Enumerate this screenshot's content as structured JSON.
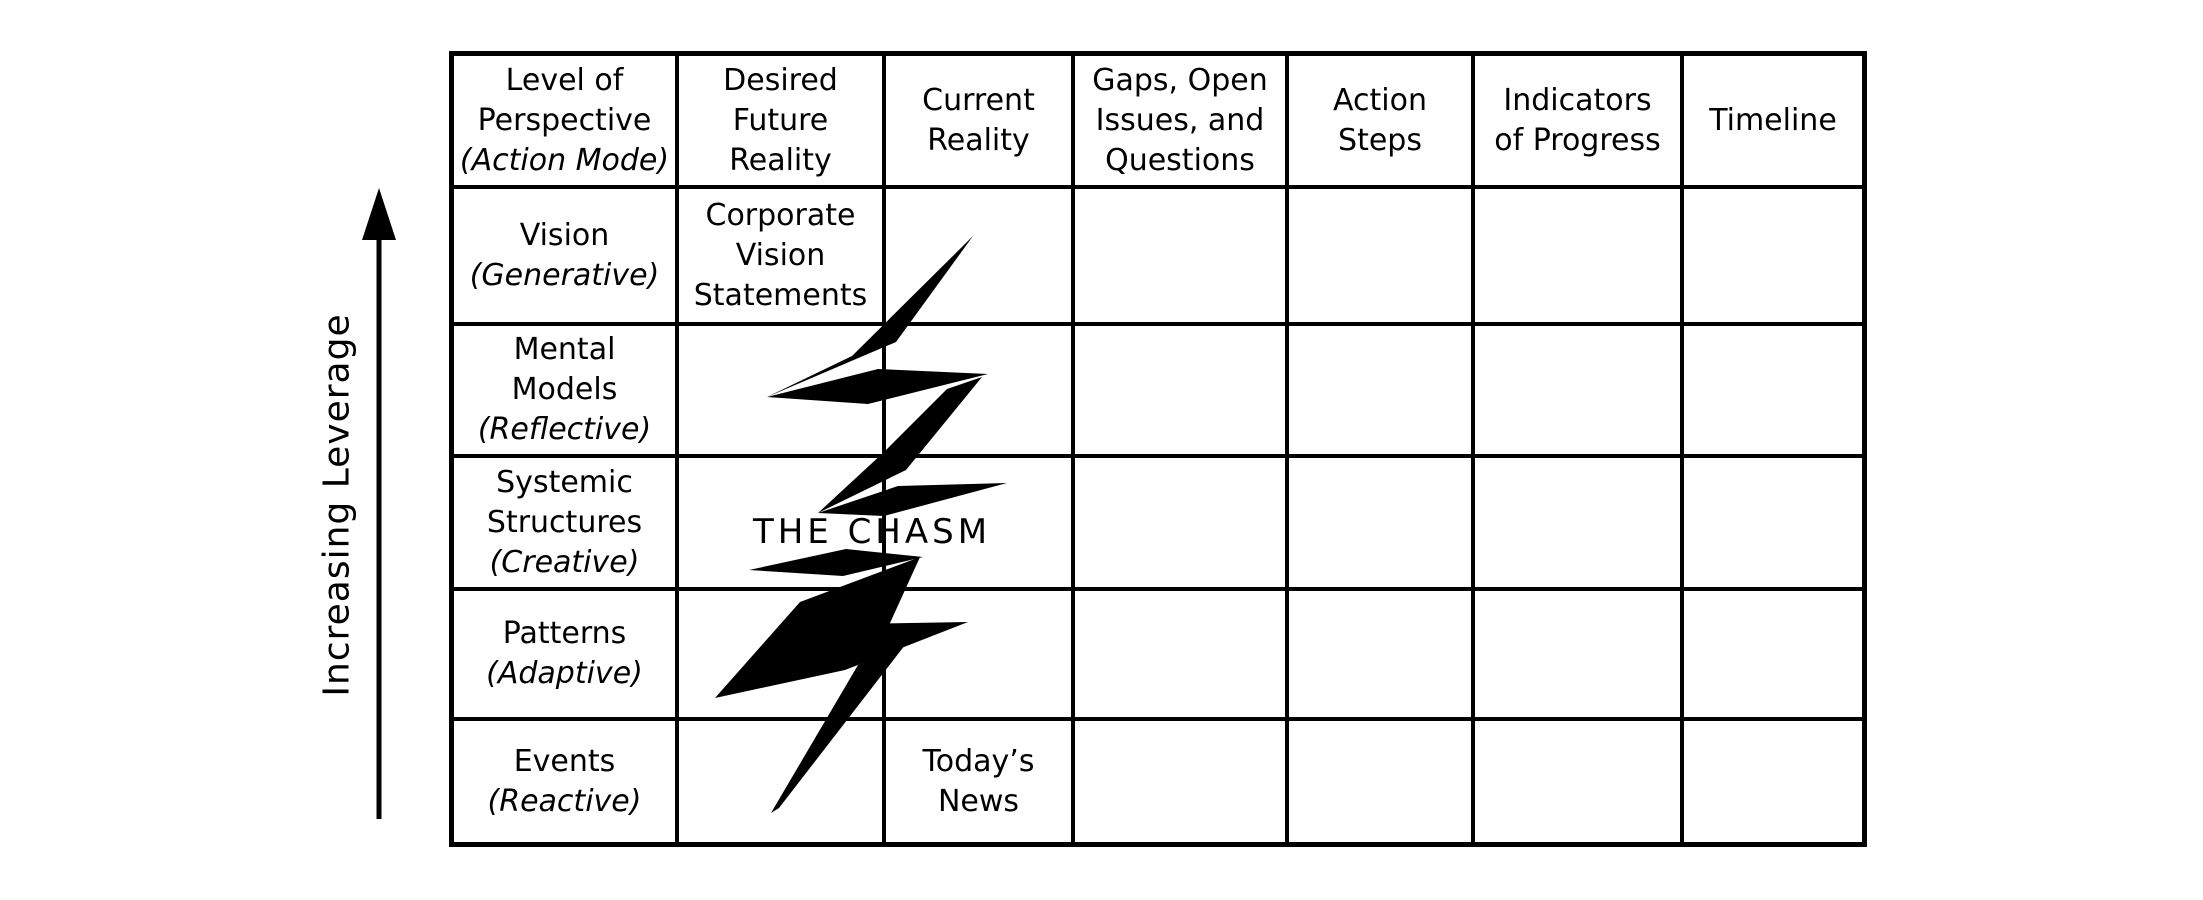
{
  "axis": {
    "label": "Increasing Leverage"
  },
  "table": {
    "headers": [
      {
        "lines": [
          "Level of",
          "Perspective"
        ],
        "mode": "(Action Mode)"
      },
      {
        "lines": [
          "Desired",
          "Future",
          "Reality"
        ]
      },
      {
        "lines": [
          "Current",
          "Reality"
        ]
      },
      {
        "lines": [
          "Gaps, Open",
          "Issues, and",
          "Questions"
        ]
      },
      {
        "lines": [
          "Action",
          "Steps"
        ]
      },
      {
        "lines": [
          "Indicators",
          "of Progress"
        ]
      },
      {
        "lines": [
          "Timeline"
        ]
      }
    ],
    "rows": [
      {
        "level": [
          "Vision"
        ],
        "mode": "(Generative)"
      },
      {
        "level": [
          "Mental",
          "Models"
        ],
        "mode": "(Reflective)"
      },
      {
        "level": [
          "Systemic",
          "Structures"
        ],
        "mode": "(Creative)"
      },
      {
        "level": [
          "Patterns"
        ],
        "mode": "(Adaptive)"
      },
      {
        "level": [
          "Events"
        ],
        "mode": "(Reactive)"
      }
    ],
    "cells": {
      "vision_desired_future_reality": [
        "Corporate",
        "Vision",
        "Statements"
      ],
      "events_current_reality": [
        "Today’s",
        "News"
      ]
    }
  },
  "overlay": {
    "chasm_label": "THE CHASM"
  },
  "colors": {
    "ink": "#000000",
    "background": "#ffffff"
  }
}
